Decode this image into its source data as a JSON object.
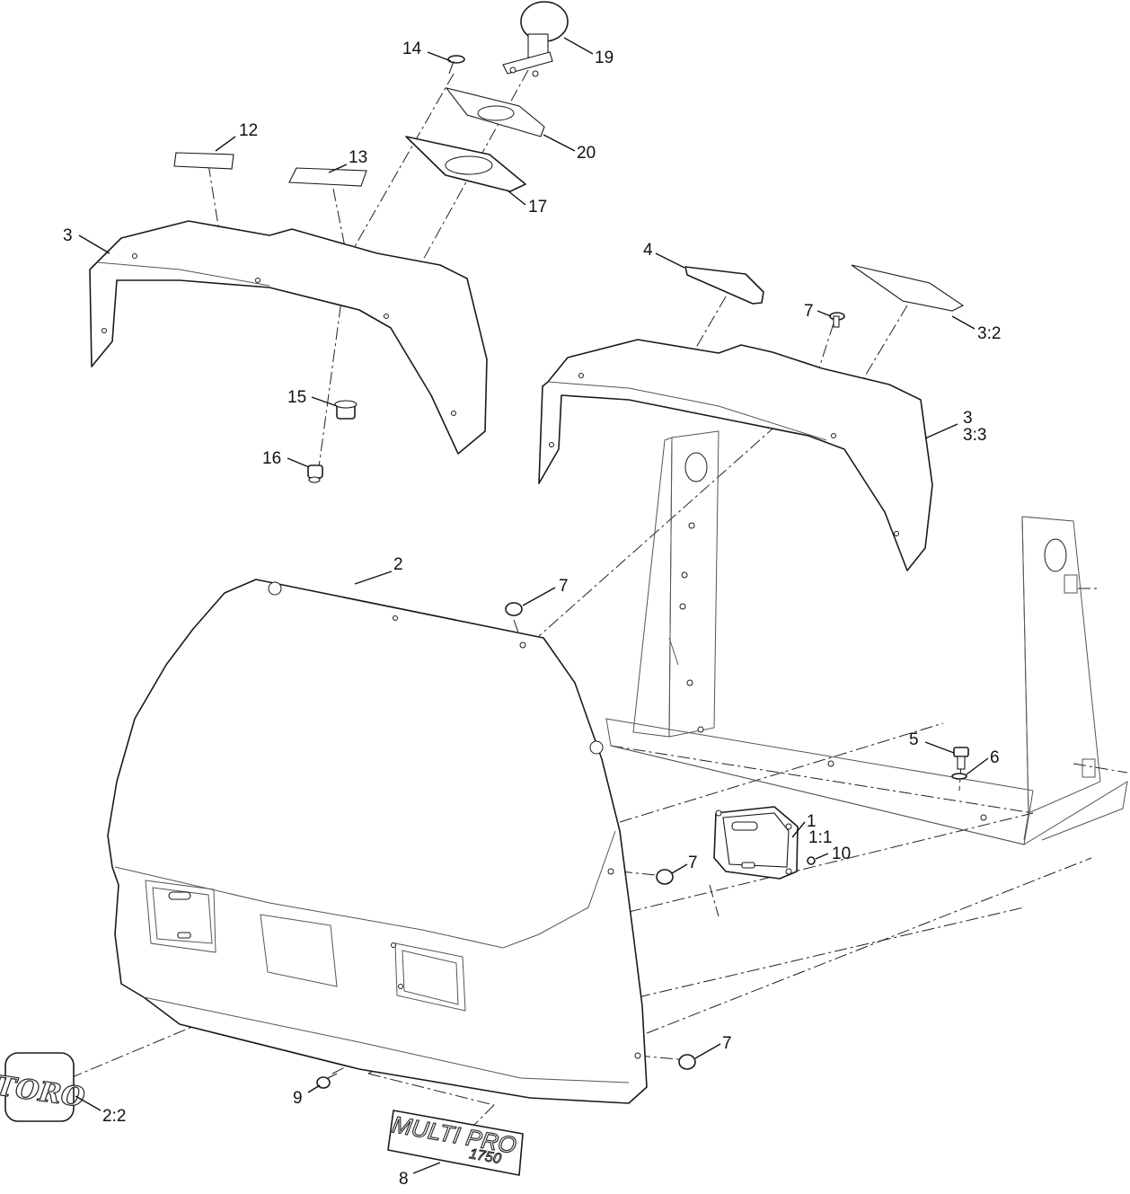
{
  "callouts": {
    "c1": "1",
    "c1_1": "1:1",
    "c2": "2",
    "c2_2": "2:2",
    "c3_left": "3",
    "c3_right": "3",
    "c3_2": "3:2",
    "c3_3": "3:3",
    "c4": "4",
    "c5": "5",
    "c6": "6",
    "c7_a": "7",
    "c7_b": "7",
    "c7_c": "7",
    "c7_d": "7",
    "c8": "8",
    "c9": "9",
    "c10": "10",
    "c12": "12",
    "c13": "13",
    "c14": "14",
    "c15": "15",
    "c16": "16",
    "c17": "17",
    "c19": "19",
    "c20": "20"
  },
  "decals": {
    "toro_logo": "TORO",
    "product_line1": "MULTI PRO",
    "product_line2": "1750"
  }
}
